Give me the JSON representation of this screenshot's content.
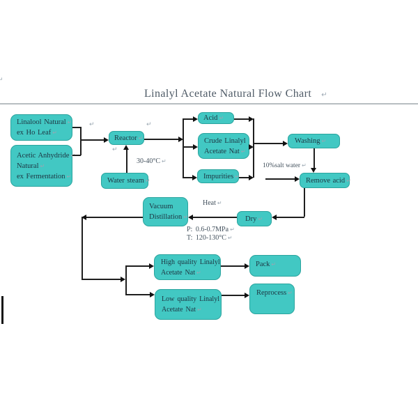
{
  "title": {
    "text": "Linalyl Acetate Natural Flow Chart"
  },
  "marks": {
    "return_mark": "↵"
  },
  "colors": {
    "box_fill": "#42c8c3",
    "box_border": "#2ba49e",
    "connector": "#1e1e1e",
    "title_text": "#4e5a66",
    "label_text": "#42505c",
    "return_mark": "#9aa7b2",
    "title_rule": "#b7bec1"
  },
  "flowchart": {
    "boxes": {
      "linalool": {
        "lines": [
          "Linalool Natural",
          "ex Ho Leaf"
        ]
      },
      "acetic": {
        "lines": [
          "Acetic Anhydride",
          "Natural",
          "ex Fermentation"
        ]
      },
      "reactor": {
        "lines": [
          "Reactor"
        ]
      },
      "water_steam": {
        "lines": [
          "Water steam"
        ]
      },
      "acid": {
        "lines": [
          "Acid"
        ]
      },
      "crude": {
        "lines": [
          "Crude Linalyl",
          "Acetate Nat"
        ]
      },
      "impurities": {
        "lines": [
          "Impurities"
        ]
      },
      "washing": {
        "lines": [
          "Washing"
        ]
      },
      "remove_acid": {
        "lines": [
          "Remove acid"
        ]
      },
      "vacuum_distillation": {
        "lines": [
          "Vacuum",
          "Distillation"
        ]
      },
      "dry": {
        "lines": [
          "Dry"
        ]
      },
      "high_quality": {
        "lines": [
          "High quality Linalyl",
          "Acetate Nat"
        ]
      },
      "low_quality": {
        "lines": [
          "Low quality Linalyl",
          "Acetate Nat"
        ]
      },
      "pack": {
        "lines": [
          "Pack"
        ]
      },
      "reprocess": {
        "lines": [
          "Reprocess"
        ]
      }
    },
    "labels": {
      "reactor_temp": "30-40°C",
      "salt_water": "10%salt water",
      "heat": "Heat",
      "pressure": "P: 0.6-0.7MPa",
      "temperature": "T: 120-130°C"
    }
  }
}
